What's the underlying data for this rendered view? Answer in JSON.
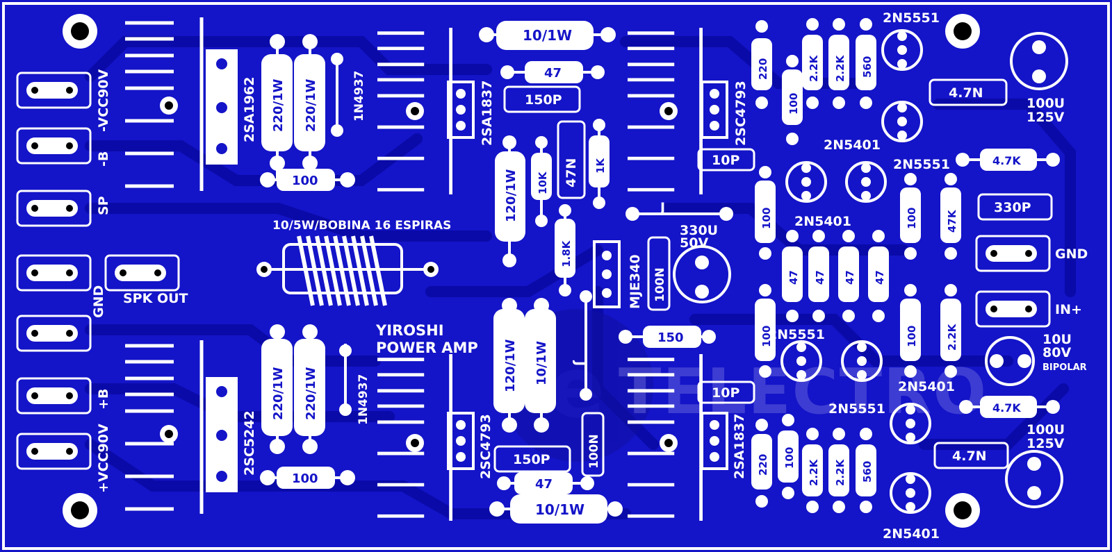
{
  "board": {
    "title_line1": "YIROSHI",
    "title_line2": "POWER AMP",
    "colors": {
      "board": "#1414c8",
      "trace": "#0a0aa8",
      "silk": "#ffffff",
      "frame": "#ffffff"
    }
  },
  "coil_label": "10/5W/BOBINA 16 ESPIRAS",
  "power_connectors": {
    "vcc_neg": "-VCC90V",
    "b_neg": "-B",
    "sp": "SP",
    "gnd": "GND",
    "spk_out": "SPK OUT",
    "b_pos": "+B",
    "vcc_pos": "+VCC90V"
  },
  "input_connectors": {
    "gnd": "GND",
    "in_plus": "IN+"
  },
  "jumpers": {
    "j_top": "J",
    "j_mid": "J"
  },
  "transistors": {
    "q_2sa1962": "2SA1962",
    "q_2sc5242": "2SC5242",
    "q_2sa1837_top": "2SA1837",
    "q_2sc4793_bottom": "2SC4793",
    "q_2sc4793_top": "2SC4793",
    "q_2sa1837_bottom": "2SA1837",
    "q_mje340": "MJE340",
    "q_2n5551_a": "2N5551",
    "q_2n5401_a": "2N5401",
    "q_2n5551_b": "2N5551",
    "q_2n5401_b": "2N5401",
    "q_2n5551_c": "2N5551",
    "q_2n5551_d": "2N5551",
    "q_2n5401_c": "2N5401",
    "q_2n5401_d": "2N5401"
  },
  "diodes": {
    "d_top": "1N4937",
    "d_bottom": "1N4937"
  },
  "resistors": {
    "r_220_1w_a": "220/1W",
    "r_220_1w_b": "220/1W",
    "r_220_1w_c": "220/1W",
    "r_220_1w_d": "220/1W",
    "r_100_a": "100",
    "r_100_b": "100",
    "r_10_1w_top": "10/1W",
    "r_47_top": "47",
    "r_120_1w_a": "120/1W",
    "r_10k": "10K",
    "r_1k": "1K",
    "r_1_8k": "1.8K",
    "r_120_1w_b": "120/1W",
    "r_10_1w_mid": "10/1W",
    "r_150": "150",
    "r_47_bottom": "47",
    "r_10_1w_bottom": "10/1W",
    "r_220_top": "220",
    "r_100_c": "100",
    "r_2_2k_a": "2.2K",
    "r_2_2k_b": "2.2K",
    "r_560_top": "560",
    "r_100_d": "100",
    "r_47_a": "47",
    "r_47_b": "47",
    "r_47_c": "47",
    "r_47_d": "47",
    "r_100_e": "100",
    "r_100_f": "100",
    "r_47k": "47K",
    "r_4_7k_a": "4.7K",
    "r_4_7k_b": "4.7K",
    "r_100_g": "100",
    "r_2_2k_c": "2.2K",
    "r_220_bottom": "220",
    "r_100_h": "100",
    "r_2_2k_d": "2.2K",
    "r_2_2k_e": "2.2K",
    "r_560_bottom": "560"
  },
  "capacitors": {
    "c_150p_top": "150P",
    "c_47n": "47N",
    "c_10p_top": "10P",
    "c_100n_a": "100N",
    "c_330u_value": "330U",
    "c_330u_voltage": "50V",
    "c_10p_bottom": "10P",
    "c_150p_bottom": "150P",
    "c_100n_b": "100N",
    "c_330p": "330P",
    "c_4_7n_top": "4.7N",
    "c_4_7n_bottom": "4.7N",
    "c_100u_top_value": "100U",
    "c_100u_top_voltage": "125V",
    "c_10u_value": "10U",
    "c_10u_voltage": "80V",
    "c_10u_type": "BIPOLAR",
    "c_100u_bottom_value": "100U",
    "c_100u_bottom_voltage": "125V"
  }
}
